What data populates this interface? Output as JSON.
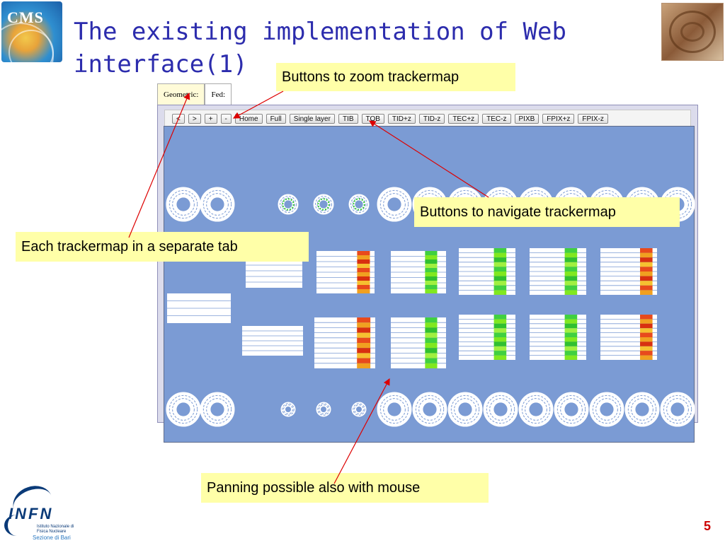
{
  "title": "The existing implementation of  Web interface(1)",
  "logos": {
    "cms_text": "CMS",
    "infn_text": "INFN",
    "infn_sub": "Istituto Nazionale di Fisica Nucleare",
    "infn_sezione": "Sezione di Bari"
  },
  "tabs": [
    {
      "label": "Geometric:",
      "active": true
    },
    {
      "label": "Fed:",
      "active": false
    }
  ],
  "toolbar": {
    "buttons": [
      "<",
      ">",
      "+",
      "-",
      "Home",
      "Full",
      "Single layer",
      "TIB",
      "TOB",
      "TID+z",
      "TID-z",
      "TEC+z",
      "TEC-z",
      "PIXB",
      "FPIX+z",
      "FPIX-z"
    ]
  },
  "callouts": {
    "zoom": "Buttons to zoom trackermap",
    "navigate": "Buttons to navigate trackermap",
    "tab": "Each trackermap in a  separate tab",
    "pan": "Panning possible also with mouse"
  },
  "page_number": "5",
  "colors": {
    "title": "#2c2cad",
    "callout_bg": "#ffffa8",
    "canvas_bg": "#7b9bd4",
    "arrow": "#dd0000",
    "page_number": "#cc0000"
  }
}
